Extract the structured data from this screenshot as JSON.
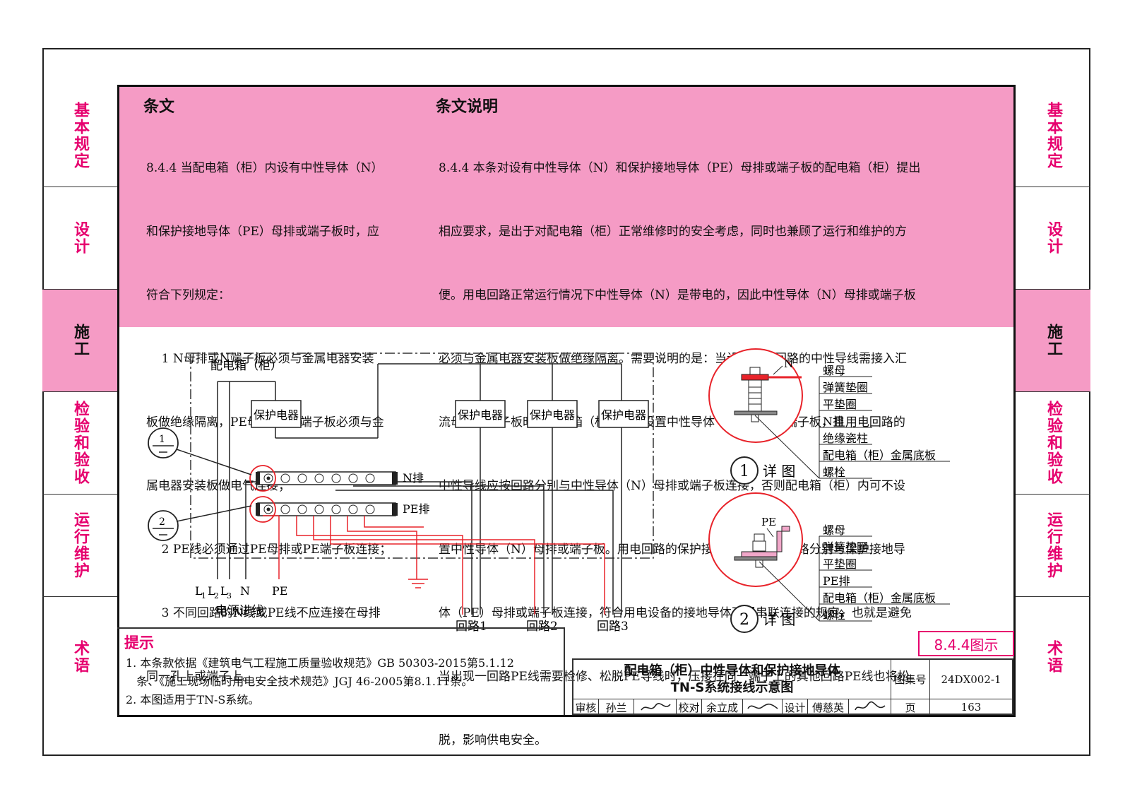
{
  "side_nav": [
    {
      "label": "基本规定",
      "active": false
    },
    {
      "label": "设计",
      "active": false
    },
    {
      "label": "施工",
      "active": true
    },
    {
      "label": "检验和验收",
      "active": false
    },
    {
      "label": "运行维护",
      "active": false
    },
    {
      "label": "术语",
      "active": false
    }
  ],
  "clause": {
    "heading": "条文",
    "lines": [
      "8.4.4 当配电箱（柜）内设有中性导体（N）",
      "和保护接地导体（PE）母排或端子板时，应",
      "符合下列规定：",
      "    1 N母排或N端子板必须与金属电器安装",
      "板做绝缘隔离，PE母排或PE端子板必须与金",
      "属电器安装板做电气连接；",
      "    2 PE线必须通过PE母排或PE端子板连接；",
      "    3 不同回路的N线或PE线不应连接在母排",
      "同一孔上或端子上。"
    ]
  },
  "explanation": {
    "heading": "条文说明",
    "lines": [
      "8.4.4 本条对设有中性导体（N）和保护接地导体（PE）母排或端子板的配电箱（柜）提出",
      "相应要求，是出于对配电箱（柜）正常维修时的安全考虑，同时也兼顾了运行和维护的方",
      "便。用电回路正常运行情况下中性导体（N）是带电的，因此中性导体（N）母排或端子板",
      "必须与金属电器安装板做绝缘隔离。需要说明的是：当设计用电回路的中性导线需接入汇",
      "流母排或端子板时，配电箱（柜）内应设置中性导体（N）母排或端子板，且用电回路的",
      "中性导线应按回路分别与中性导体（N）母排或端子板连接，否则配电箱（柜）内可不设",
      "置中性导体（N）母排或端子板。用电回路的保护接地导体要求按回路分别与保护接地导",
      "体（PE）母排或端子板连接，符合用电设备的接地导体不得串联连接的规定，也就是避免",
      "当出现一回路PE线需要检修、松脱PE导线时，压接在同一端子上的其他回路PE线也将松",
      "脱，影响供电安全。"
    ]
  },
  "diagram": {
    "box_label": "配电箱（柜）",
    "breaker_label": "保护电器",
    "n_bar": "N排",
    "pe_bar": "PE排",
    "marker_1": "1",
    "marker_2": "2",
    "in_L": "L",
    "sub_1": "1",
    "sub_2": "2",
    "sub_3": "3",
    "in_N": "N",
    "in_PE": "PE",
    "source": "电源进线",
    "circuits": [
      "回路1",
      "回路2",
      "回路3"
    ]
  },
  "detail1": {
    "n_tag": "N",
    "num": "1",
    "title": "详 图",
    "parts": [
      "螺母",
      "弹簧垫圈",
      "平垫圈",
      "N排",
      "绝缘瓷柱",
      "配电箱（柜）金属底板",
      "螺栓"
    ]
  },
  "detail2": {
    "pe_tag": "PE",
    "num": "2",
    "title": "详 图",
    "parts": [
      "螺母",
      "弹簧垫圈",
      "平垫圈",
      "PE排",
      "配电箱（柜）金属底板",
      "螺栓"
    ]
  },
  "tips": {
    "title": "提示",
    "lines": [
      "1. 本条款依据《建筑电气工程施工质量验收规范》GB 50303-2015第5.1.12",
      "   条、《施工现场临时用电安全技术规范》JGJ 46-2005第8.1.11条。",
      "2. 本图适用于TN-S系统。"
    ]
  },
  "fig_tag": "8.4.4图示",
  "title_block": {
    "title_line1": "配电箱（柜）中性导体和保护接地导体",
    "title_line2": "TN-S系统接线示意图",
    "atlas_label": "图集号",
    "atlas_no": "24DX002-1",
    "page_label": "页",
    "page_no": "163",
    "review_label": "审核",
    "reviewer": "孙兰",
    "check_label": "校对",
    "checker": "余立成",
    "design_label": "设计",
    "designer": "傅慈英"
  },
  "colors": {
    "pink": "#f59bc5",
    "magenta": "#e6006e",
    "red": "#e8232a"
  }
}
